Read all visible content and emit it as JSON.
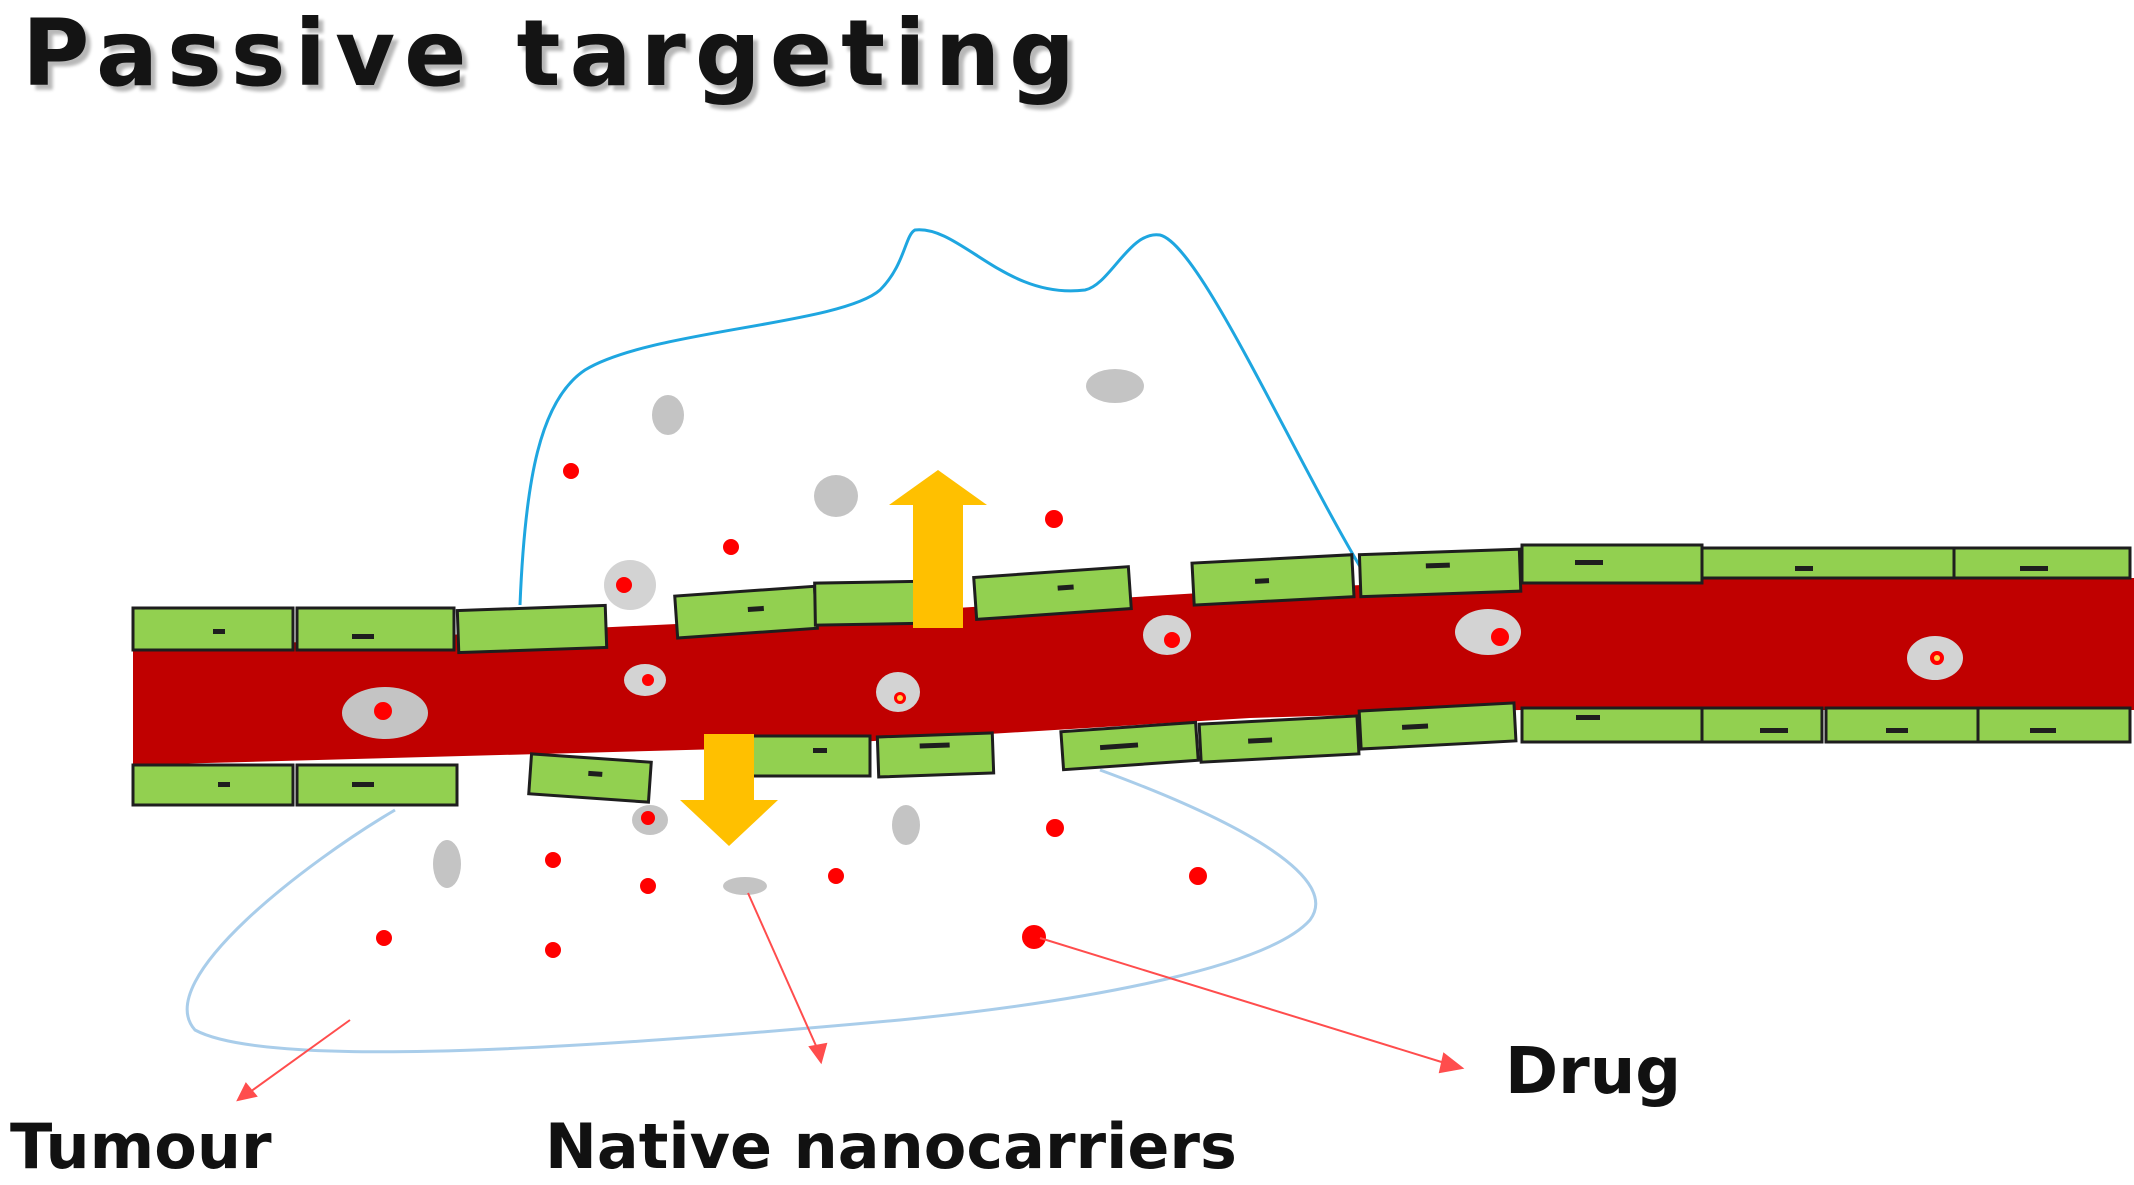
{
  "title": "Passive targeting",
  "labels": {
    "tumour": "Tumour",
    "nanocarriers": "Native nanocarriers",
    "drug": "Drug"
  },
  "colors": {
    "vessel_blood": "#c00000",
    "endothelial_cell": "#92d050",
    "cell_border": "#1e1e1e",
    "nucleus": "#1e1e1e",
    "nanocarrier": "#c4c4c4",
    "drug": "#ff0000",
    "arrow": "#ffc000",
    "tumour_upper_outline": "#1ea6e0",
    "tumour_lower_outline": "#a9cdea",
    "pointer": "#ff4d4d"
  },
  "icons": {
    "arrow_up": "extravasation-up-arrow",
    "arrow_down": "extravasation-down-arrow"
  }
}
